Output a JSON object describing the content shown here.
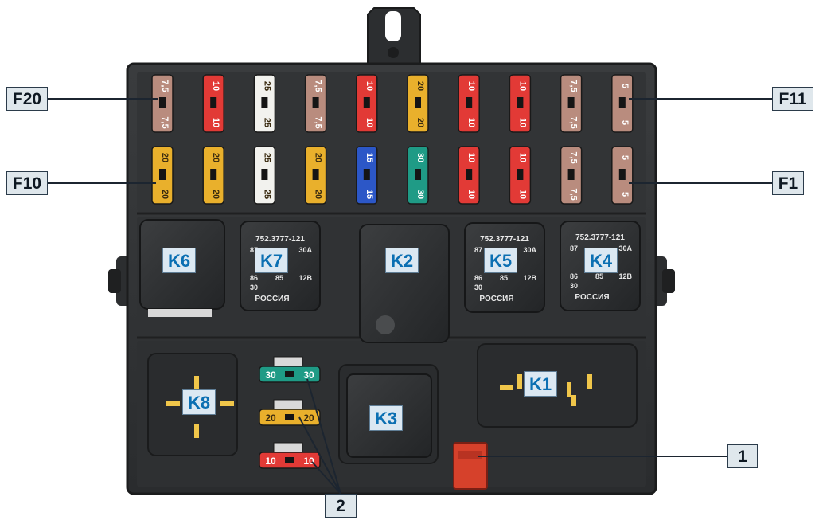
{
  "colors": {
    "fuse_5": "#b98c7e",
    "fuse_7_5": "#b98c7e",
    "fuse_10": "#e23a36",
    "fuse_15": "#2c57c7",
    "fuse_20": "#e9b02c",
    "fuse_25": "#f2f2ee",
    "fuse_30": "#1f9b86",
    "label_text": "#0b6fb2",
    "callout_bg": "#dfe7ec"
  },
  "callouts": {
    "f20": "F20",
    "f11": "F11",
    "f10": "F10",
    "f1": "F1",
    "item1": "1",
    "item2": "2"
  },
  "fuses_top_row": [
    {
      "value": "7,5",
      "color": "fuse_7_5"
    },
    {
      "value": "10",
      "color": "fuse_10"
    },
    {
      "value": "25",
      "color": "fuse_25"
    },
    {
      "value": "7,5",
      "color": "fuse_7_5"
    },
    {
      "value": "10",
      "color": "fuse_10"
    },
    {
      "value": "20",
      "color": "fuse_20"
    },
    {
      "value": "10",
      "color": "fuse_10"
    },
    {
      "value": "10",
      "color": "fuse_10"
    },
    {
      "value": "7,5",
      "color": "fuse_7_5"
    },
    {
      "value": "5",
      "color": "fuse_5"
    }
  ],
  "fuses_bottom_row": [
    {
      "value": "20",
      "color": "fuse_20"
    },
    {
      "value": "20",
      "color": "fuse_20"
    },
    {
      "value": "25",
      "color": "fuse_25"
    },
    {
      "value": "20",
      "color": "fuse_20"
    },
    {
      "value": "15",
      "color": "fuse_15"
    },
    {
      "value": "30",
      "color": "fuse_30"
    },
    {
      "value": "10",
      "color": "fuse_10"
    },
    {
      "value": "10",
      "color": "fuse_10"
    },
    {
      "value": "7,5",
      "color": "fuse_7_5"
    },
    {
      "value": "5",
      "color": "fuse_5"
    }
  ],
  "spare_fuses": [
    {
      "value": "30",
      "color": "fuse_30"
    },
    {
      "value": "20",
      "color": "fuse_20"
    },
    {
      "value": "10",
      "color": "fuse_10"
    }
  ],
  "relays": {
    "k1": "K1",
    "k2": "K2",
    "k3": "K3",
    "k4": "K4",
    "k5": "K5",
    "k6": "K6",
    "k7": "K7",
    "k8": "K8"
  },
  "relay_markings": {
    "part_number": "752.3777-121",
    "current": "30A",
    "voltage": "12В",
    "pin_86": "86",
    "pin_85": "85",
    "pin_87": "87",
    "pin_30": "30",
    "country": "РОССИЯ"
  }
}
